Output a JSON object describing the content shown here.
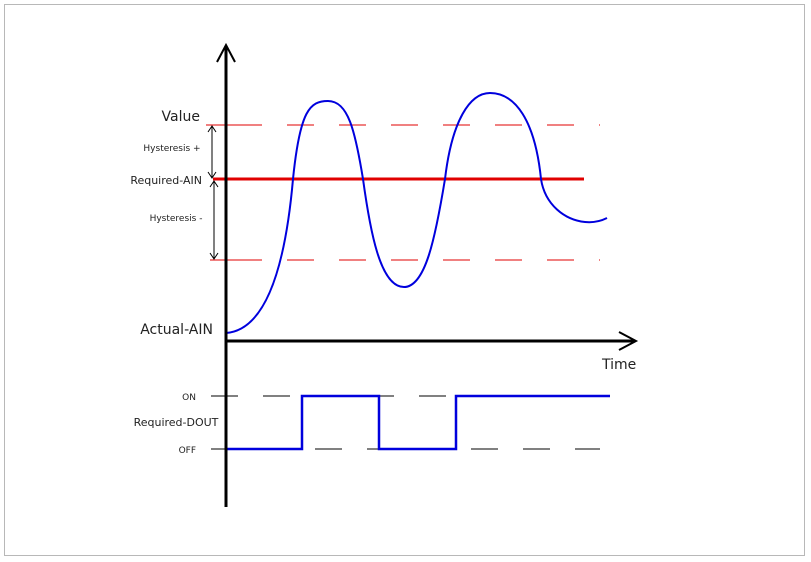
{
  "labels": {
    "value": "Value",
    "hysteresis_plus": "Hysteresis +",
    "required_ain": "Required-AIN",
    "hysteresis_minus": "Hysteresis -",
    "actual_ain": "Actual-AIN",
    "time": "Time",
    "on": "ON",
    "required_dout": "Required-DOUT",
    "off": "OFF"
  },
  "colors": {
    "axis": "#000000",
    "threshold": "#e00000",
    "signal": "#0000dd"
  }
}
